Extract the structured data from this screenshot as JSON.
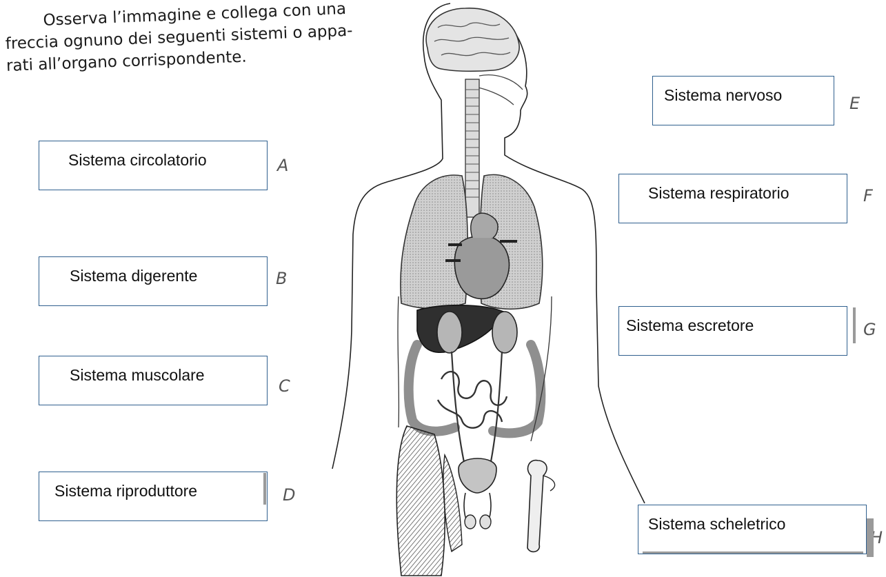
{
  "instructions": {
    "line1": "Osserva l’immagine e collega con una",
    "line2": "freccia ognuno dei seguenti sistemi o appa-",
    "line3": "rati all’organo corrispondente."
  },
  "boxes": {
    "circolatorio": "Sistema circolatorio",
    "digerente": "Sistema digerente",
    "muscolare": "Sistema muscolare",
    "riproduttore": "Sistema riproduttore",
    "nervoso": "Sistema nervoso",
    "respiratorio": "Sistema respiratorio",
    "escretore": "Sistema escretore",
    "scheletrico": "Sistema scheletrico"
  },
  "letters": {
    "a": "A",
    "b": "B",
    "c": "C",
    "d": "D",
    "e": "E",
    "f": "F",
    "g": "G",
    "h": "H"
  },
  "colors": {
    "box_border": "#2f5f8e",
    "organ_dark": "#333333",
    "organ_mid": "#8a8a8a",
    "organ_light": "#c8c8c8"
  }
}
